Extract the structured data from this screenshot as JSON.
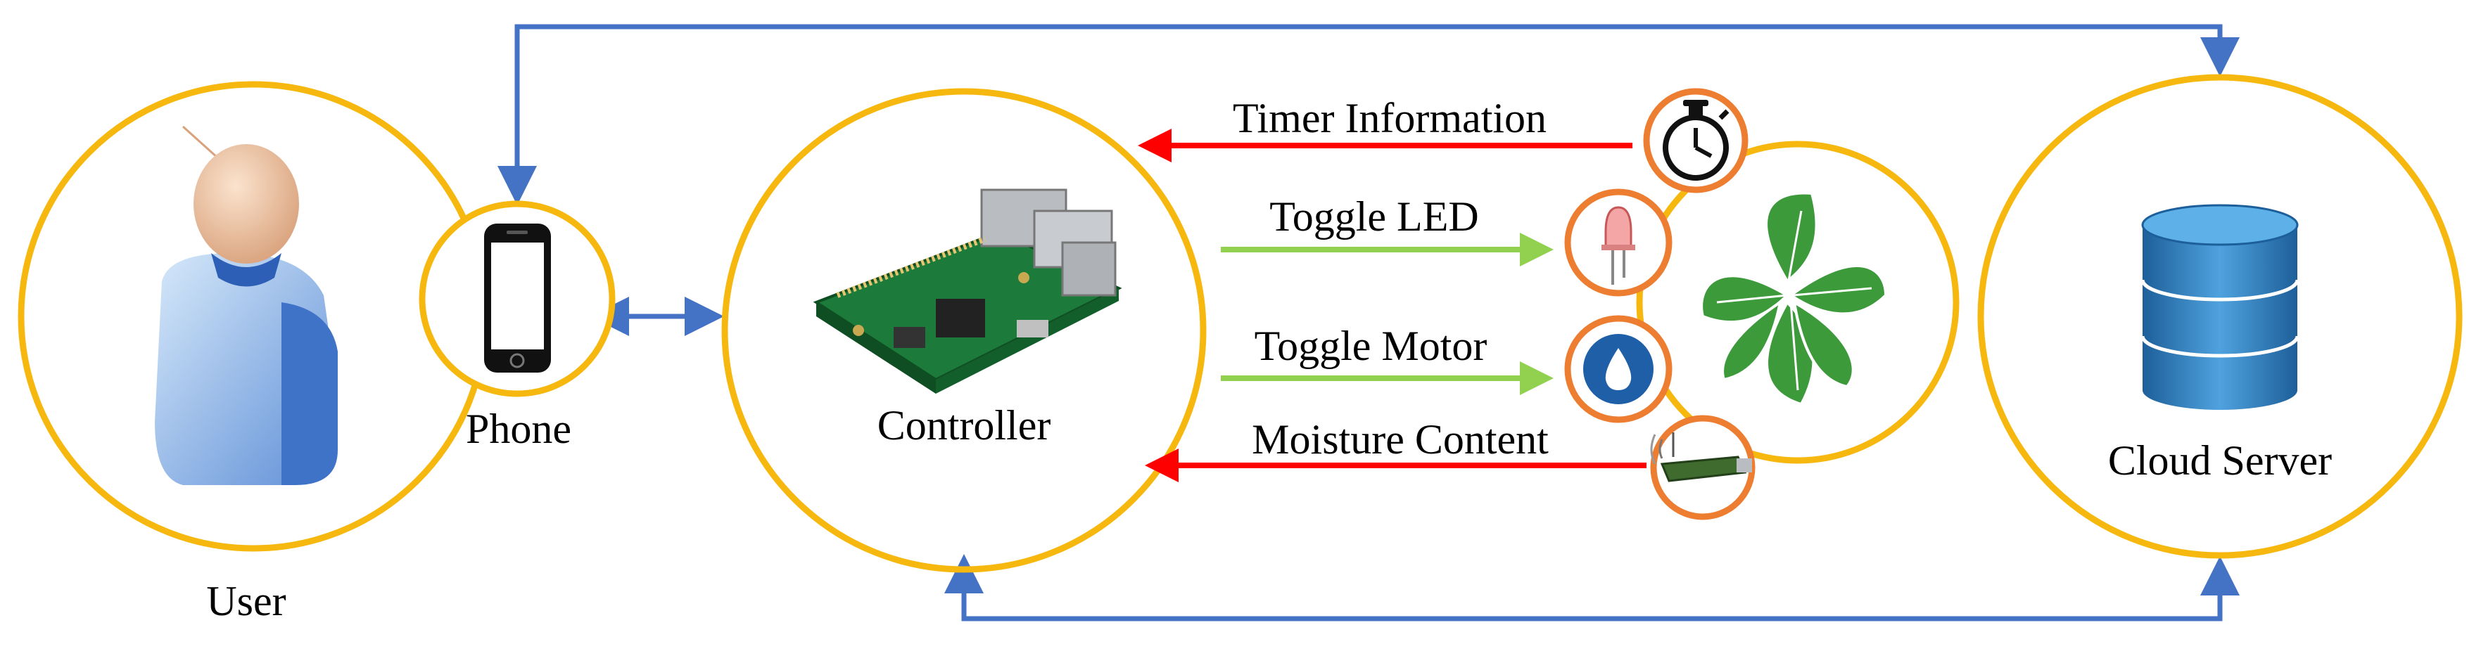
{
  "labels": {
    "user": "User",
    "phone": "Phone",
    "controller": "Controller",
    "cloud_server": "Cloud Server",
    "timer_information": "Timer Information",
    "toggle_led": "Toggle LED",
    "toggle_motor": "Toggle Motor",
    "moisture_content": "Moisture Content"
  },
  "colors": {
    "circle_yellow": "#F6B80F",
    "icon_ring_orange": "#ED7D31",
    "link_blue": "#4472C4",
    "arrow_red": "#FF0000",
    "arrow_green": "#92D050",
    "leaf_green": "#3C9A3A",
    "db_blue": "#2F7FBF"
  },
  "icons": [
    "user-avatar-icon",
    "smartphone-icon",
    "raspberry-pi-board-icon",
    "stopwatch-icon",
    "led-icon",
    "water-drop-icon",
    "moisture-sensor-icon",
    "plant-leaves-icon",
    "database-icon"
  ]
}
